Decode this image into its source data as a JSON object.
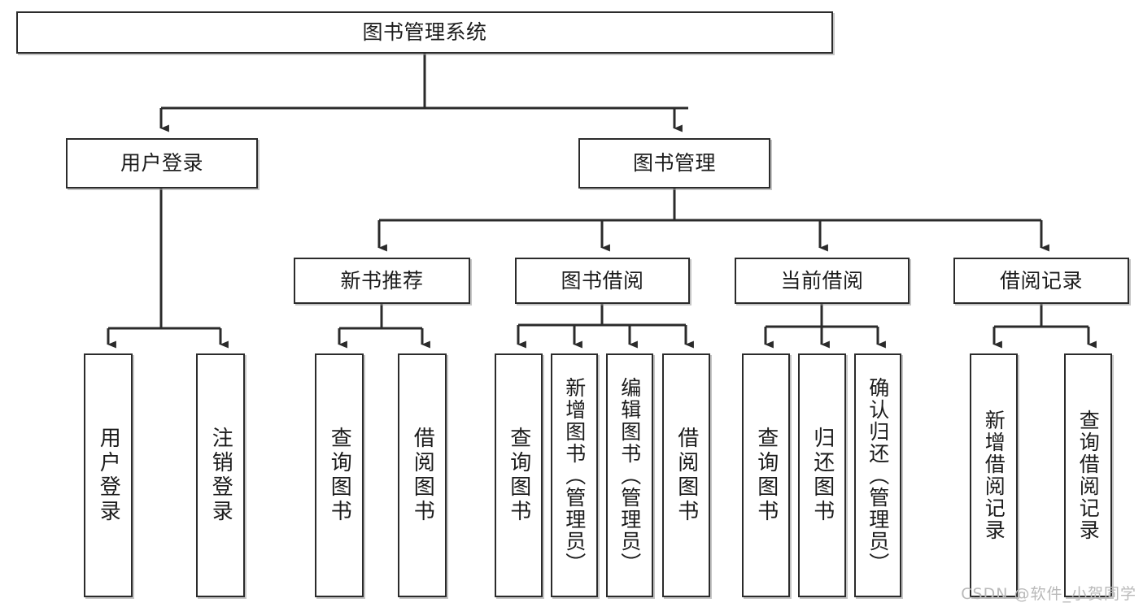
{
  "diagram": {
    "title": "图书管理系统",
    "type": "tree",
    "orientation": "top-down",
    "colors": {
      "background": "#ffffff",
      "box_border": "#2b2b2b",
      "box_fill": "#ffffff",
      "edge": "#2b2b2b",
      "text": "#1b1b1b",
      "watermark": "#b9b9b9"
    }
  },
  "watermark": {
    "text": "CSDN @软件_小贺同学"
  },
  "nodes": {
    "root": {
      "label": "图书管理系统"
    },
    "level2": [
      {
        "label": "用户登录"
      },
      {
        "label": "图书管理"
      }
    ],
    "level3": [
      {
        "label": "新书推荐"
      },
      {
        "label": "图书借阅"
      },
      {
        "label": "当前借阅"
      },
      {
        "label": "借阅记录"
      }
    ],
    "leaves": {
      "user_login": [
        {
          "label": "用户登录"
        },
        {
          "label": "注销登录"
        }
      ],
      "new_book": [
        {
          "label": "查询图书"
        },
        {
          "label": "借阅图书"
        }
      ],
      "book_borrow": [
        {
          "label": "查询图书"
        },
        {
          "label": "新增图书（管理员）"
        },
        {
          "label": "编辑图书（管理员）"
        },
        {
          "label": "借阅图书"
        }
      ],
      "current_borrow": [
        {
          "label": "查询图书"
        },
        {
          "label": "归还图书"
        },
        {
          "label": "确认归还（管理员）"
        }
      ],
      "borrow_record": [
        {
          "label": "新增借阅记录"
        },
        {
          "label": "查询借阅记录"
        }
      ]
    }
  }
}
